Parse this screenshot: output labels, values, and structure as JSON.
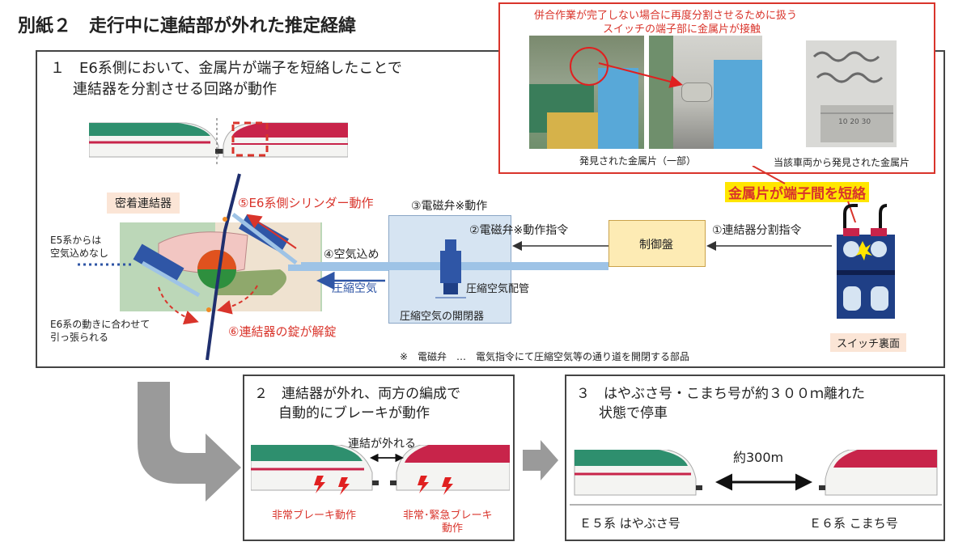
{
  "title": "別紙２　走行中に連結部が外れた推定経緯",
  "photo_box": {
    "heading_line1": "併合作業が完了しない場合に再度分割させるために扱う",
    "heading_line2": "スイッチの端子部に金属片が接触",
    "caption_left": "発見された金属片（一部）",
    "caption_right": "当該車両から発見された金属片",
    "ruler_text": "10   20   30",
    "callout": "金属片が端子間を短絡"
  },
  "panel1": {
    "heading_line1": "１　E6系側において、金属片が端子を短絡したことで",
    "heading_line2": "連結器を分割させる回路が動作",
    "coupler_label": "密着連結器",
    "e5_note_line1": "E5系からは",
    "e5_note_line2": "空気込めなし",
    "e6_note_line1": "E6系の動きに合わせて",
    "e6_note_line2": "引っ張られる",
    "step1": "①連結器分割指令",
    "step2": "②電磁弁※動作指令",
    "step3": "③電磁弁※動作",
    "step4": "④空気込め",
    "step5": "⑤E6系側シリンダー動作",
    "step6": "⑥連結器の錠が解錠",
    "compressed_air": "圧縮空気",
    "control_panel": "制御盤",
    "air_pipe": "圧縮空気配管",
    "valve_label": "圧縮空気の開閉器",
    "switch_label": "スイッチ裏面",
    "footnote": "※　電磁弁　…　電気指令にて圧縮空気等の通り道を開閉する部品"
  },
  "panel2": {
    "heading_line1": "２　連結器が外れ、両方の編成で",
    "heading_line2": "自動的にブレーキが動作",
    "disconnect": "連結が外れる",
    "brake_left": "非常ブレーキ動作",
    "brake_right_line1": "非常･緊急ブレーキ",
    "brake_right_line2": "動作"
  },
  "panel3": {
    "heading_line1": "３　はやぶさ号・こまち号が約３００ｍ離れた",
    "heading_line2": "状態で停車",
    "distance": "約300m",
    "e5_label": "Ｅ５系 はやぶさ号",
    "e6_label": "Ｅ６系 こまち号"
  },
  "colors": {
    "accent_red": "#d9342b",
    "accent_blue": "#2f56a6",
    "e5_green": "#2e8f6e",
    "e6_red": "#c8244a",
    "callout_yellow": "#ffe600",
    "label_bg": "#fbe5d6",
    "valve_bg": "#d6e4f2",
    "control_bg": "#fdebb4"
  }
}
